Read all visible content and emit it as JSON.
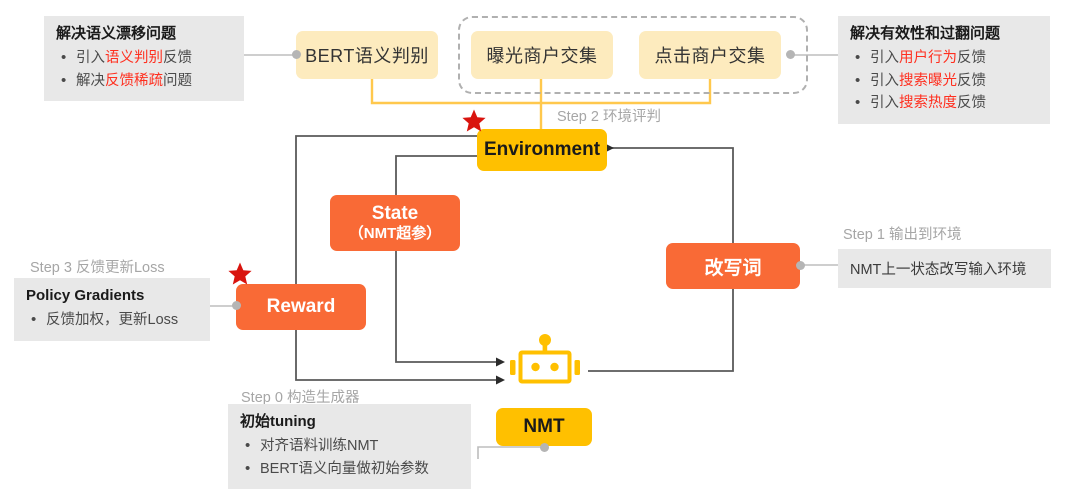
{
  "colors": {
    "pale_yellow": "#FDEBBE",
    "gold": "#FFC000",
    "orange": "#F96A36",
    "panel_gray": "#E8E8E8",
    "highlight_red": "#FF2F1F",
    "star_red": "#D9140E",
    "wire_gray": "#5A5A5A",
    "wire_yellow": "#FFC84D",
    "step_text": "#A6A6A6"
  },
  "nodes": {
    "bert": "BERT语义判别",
    "exposure": "曝光商户交集",
    "click": "点击商户交集",
    "environment": "Environment",
    "state_main": "State",
    "state_sub": "（NMT超参）",
    "reward": "Reward",
    "rewrite": "改写词",
    "nmt": "NMT"
  },
  "panels": {
    "left_top": {
      "title": "解决语义漂移问题",
      "items": [
        [
          {
            "t": "引入",
            "hl": false
          },
          {
            "t": "语义判别",
            "hl": true
          },
          {
            "t": "反馈",
            "hl": false
          }
        ],
        [
          {
            "t": "解决",
            "hl": false
          },
          {
            "t": "反馈稀疏",
            "hl": true
          },
          {
            "t": "问题",
            "hl": false
          }
        ]
      ]
    },
    "right_top": {
      "title": "解决有效性和过翻问题",
      "items": [
        [
          {
            "t": "引入",
            "hl": false
          },
          {
            "t": "用户行为",
            "hl": true
          },
          {
            "t": "反馈",
            "hl": false
          }
        ],
        [
          {
            "t": "引入",
            "hl": false
          },
          {
            "t": "搜索曝光",
            "hl": true
          },
          {
            "t": "反馈",
            "hl": false
          }
        ],
        [
          {
            "t": "引入",
            "hl": false
          },
          {
            "t": "搜索热度",
            "hl": true
          },
          {
            "t": "反馈",
            "hl": false
          }
        ]
      ]
    },
    "policy": {
      "title": "Policy Gradients",
      "items": [
        [
          {
            "t": "反馈加权，更新Loss",
            "hl": false
          }
        ]
      ]
    },
    "tuning": {
      "title": "初始tuning",
      "items": [
        [
          {
            "t": "对齐语料训练NMT",
            "hl": false
          }
        ],
        [
          {
            "t": "BERT语义向量做初始参数",
            "hl": false
          }
        ]
      ]
    },
    "step1_note": {
      "title": "",
      "items": [
        [
          {
            "t": "NMT上一状态改写输入环境",
            "hl": false
          }
        ]
      ],
      "plain_text": "NMT上一状态改写输入环境"
    }
  },
  "step_labels": {
    "step0": "Step 0 构造生成器",
    "step1": "Step 1 输出到环境",
    "step2": "Step 2 环境评判",
    "step3": "Step 3 反馈更新Loss"
  },
  "icons": {
    "robot": "robot-icon",
    "star": "red-star-icon"
  }
}
